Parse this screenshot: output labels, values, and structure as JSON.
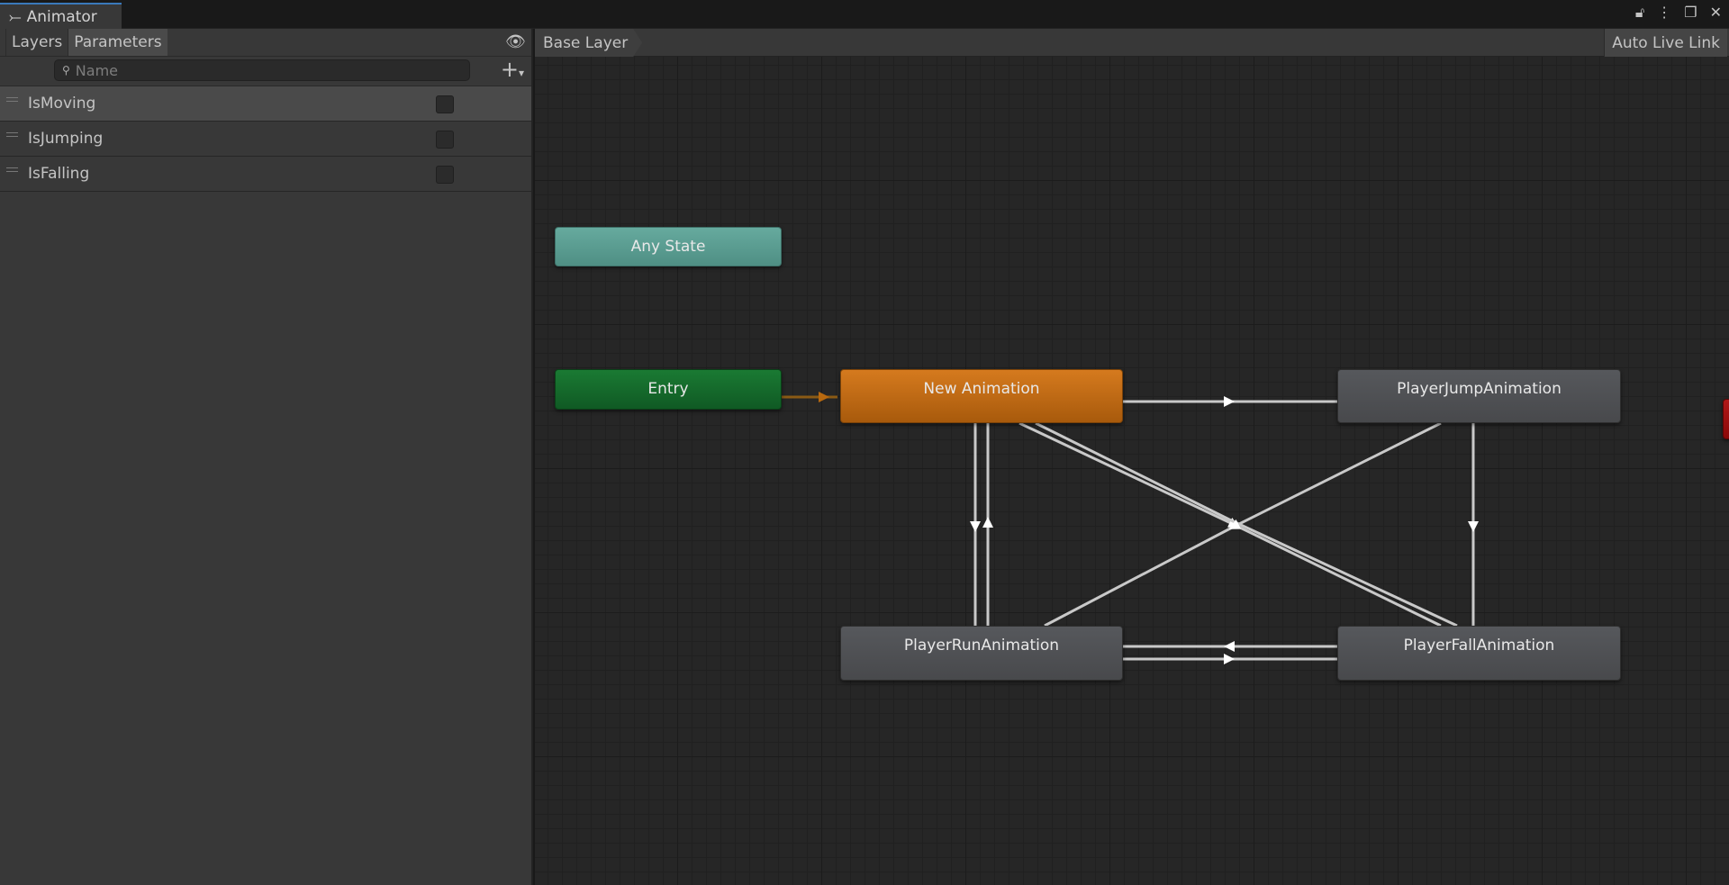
{
  "window": {
    "tab_title": "Animator"
  },
  "left_panel": {
    "tabs": [
      "Layers",
      "Parameters"
    ],
    "active_tab": "Parameters",
    "search_placeholder": "Name",
    "parameters": [
      {
        "name": "IsMoving",
        "value": false
      },
      {
        "name": "IsJumping",
        "value": false
      },
      {
        "name": "IsFalling",
        "value": false
      }
    ]
  },
  "graph": {
    "breadcrumb": "Base Layer",
    "auto_live_link": "Auto Live Link",
    "nodes": {
      "any_state": "Any State",
      "entry": "Entry",
      "new_animation": "New Animation",
      "jump": "PlayerJumpAnimation",
      "run": "PlayerRunAnimation",
      "fall": "PlayerFallAnimation"
    },
    "colors": {
      "any_state": "#5b9f93",
      "entry": "#156b2b",
      "default_state": "#c66b12",
      "exit": "#a01010"
    }
  }
}
